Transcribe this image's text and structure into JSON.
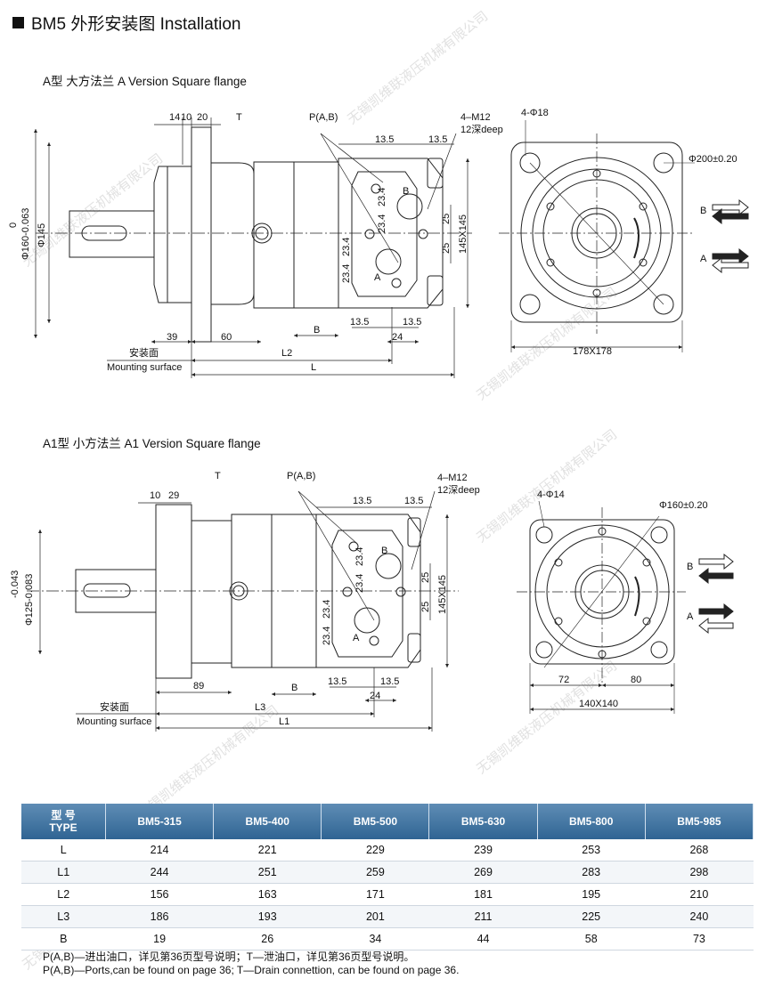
{
  "title": "BM5 外形安装图 Installation",
  "sections": {
    "a": {
      "heading": "A型 大方法兰  A Version Square flange",
      "labels": {
        "d_14": "14",
        "d_10": "10",
        "d_20": "20",
        "t": "T",
        "pab": "P(A,B)",
        "m12": "4–M12",
        "deep": "12深deep",
        "phi18": "4-Φ18",
        "d135a": "13.5",
        "d135b": "13.5",
        "d234a": "23.4",
        "d234b": "23.4",
        "d234c": "23.4",
        "d234d": "23.4",
        "d25a": "25",
        "d25b": "25",
        "d145x145": "145X145",
        "zero": "0",
        "phi160": "Φ160-0.063",
        "phi145": "Φ145",
        "phi200": "Φ200±0.20",
        "b_port": "B",
        "a_port": "A",
        "a_small": "A",
        "b_small": "B",
        "d39": "39",
        "d60": "60",
        "b_dim": "B",
        "d135c": "13.5",
        "d135d": "13.5",
        "d24": "24",
        "mount_cn": "安装面",
        "mount_en": "Mounting surface",
        "l2": "L2",
        "l": "L",
        "d178": "178X178"
      }
    },
    "a1": {
      "heading": "A1型 小方法兰  A1 Version Square flange",
      "labels": {
        "d10": "10",
        "d29": "29",
        "t": "T",
        "pab": "P(A,B)",
        "m12": "4–M12",
        "deep": "12深deep",
        "phi14": "4-Φ14",
        "phi160": "Φ160±0.20",
        "d135a": "13.5",
        "d135b": "13.5",
        "d234a": "23.4",
        "d234b": "23.4",
        "d234c": "23.4",
        "d234d": "23.4",
        "d25a": "25",
        "d25b": "25",
        "d145x145": "145X145",
        "tol": "-0.043",
        "phi125": "Φ125-0.083",
        "b_port": "B",
        "a_port": "A",
        "a_small": "A",
        "b_small": "B",
        "d89": "89",
        "b_dim": "B",
        "d135c": "13.5",
        "d135d": "13.5",
        "d24": "24",
        "mount_cn": "安装面",
        "mount_en": "Mounting surface",
        "l3": "L3",
        "l1": "L1",
        "d72": "72",
        "d80": "80",
        "d140": "140X140"
      }
    }
  },
  "table": {
    "type_cn": "型  号",
    "type_en": "TYPE",
    "models": [
      "BM5-315",
      "BM5-400",
      "BM5-500",
      "BM5-630",
      "BM5-800",
      "BM5-985"
    ],
    "rows": [
      {
        "label": "L",
        "values": [
          "214",
          "221",
          "229",
          "239",
          "253",
          "268"
        ]
      },
      {
        "label": "L1",
        "values": [
          "244",
          "251",
          "259",
          "269",
          "283",
          "298"
        ]
      },
      {
        "label": "L2",
        "values": [
          "156",
          "163",
          "171",
          "181",
          "195",
          "210"
        ]
      },
      {
        "label": "L3",
        "values": [
          "186",
          "193",
          "201",
          "211",
          "225",
          "240"
        ]
      },
      {
        "label": "B",
        "values": [
          "19",
          "26",
          "34",
          "44",
          "58",
          "73"
        ]
      }
    ]
  },
  "notes": {
    "cn": "P(A,B)—进出油口，详见第36页型号说明；T—泄油口，详见第36页型号说明。",
    "en": "P(A,B)—Ports,can be found on page 36; T—Drain connettion, can be found on page 36."
  },
  "watermark": "无锡凯维联液压机械有限公司"
}
